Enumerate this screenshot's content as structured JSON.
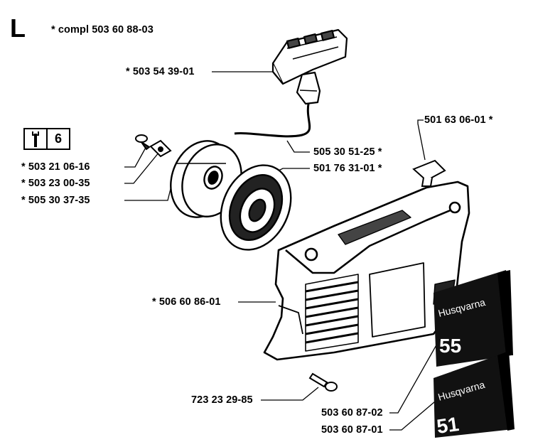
{
  "section": {
    "letter": "L",
    "compl_label": "* compl 503 60 88-03"
  },
  "tool_box": {
    "icon": "wrench-icon",
    "count": "6"
  },
  "parts": [
    {
      "id": "handle",
      "label": "* 503 54 39-01"
    },
    {
      "id": "rope",
      "label": "505 30 51-25 *"
    },
    {
      "id": "plug",
      "label": "501 63 06-01 *"
    },
    {
      "id": "screw",
      "label": "* 503 21 06-16"
    },
    {
      "id": "washer",
      "label": "* 503 23 00-35"
    },
    {
      "id": "pulley",
      "label": "* 505 30 37-35"
    },
    {
      "id": "spring",
      "label": "501 76 31-01 *"
    },
    {
      "id": "cover",
      "label": "* 506 60 86-01"
    },
    {
      "id": "bolt",
      "label": "723 23 29-85"
    },
    {
      "id": "decal55",
      "label": "503 60 87-02"
    },
    {
      "id": "decal51",
      "label": "503 60 87-01"
    }
  ],
  "decals": [
    {
      "brand": "Husqvarna",
      "model": "55"
    },
    {
      "brand": "Husqvarna",
      "model": "51"
    }
  ]
}
